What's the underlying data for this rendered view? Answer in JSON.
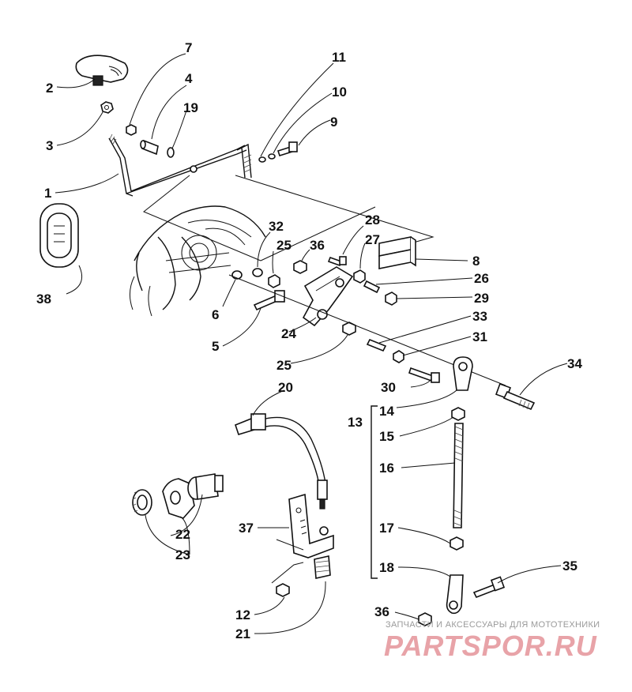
{
  "diagram": {
    "callouts": {
      "c1": "1",
      "c2": "2",
      "c3": "3",
      "c4": "4",
      "c5": "5",
      "c6": "6",
      "c7": "7",
      "c8": "8",
      "c9": "9",
      "c10": "10",
      "c11": "11",
      "c12": "12",
      "c13": "13",
      "c14": "14",
      "c15": "15",
      "c16": "16",
      "c17": "17",
      "c18": "18",
      "c19": "19",
      "c20": "20",
      "c21": "21",
      "c22": "22",
      "c23": "23",
      "c24": "24",
      "c25a": "25",
      "c25b": "25",
      "c26": "26",
      "c27": "27",
      "c28": "28",
      "c29": "29",
      "c30": "30",
      "c31": "31",
      "c32": "32",
      "c33": "33",
      "c34": "34",
      "c35": "35",
      "c36a": "36",
      "c36b": "36",
      "c37": "37",
      "c38": "38"
    }
  },
  "watermark": {
    "tagline": "ЗАПЧАСТИ И АКСЕССУАРЫ ДЛЯ МОТОТЕХНИКИ",
    "logo": "PARTSPOR.RU"
  }
}
